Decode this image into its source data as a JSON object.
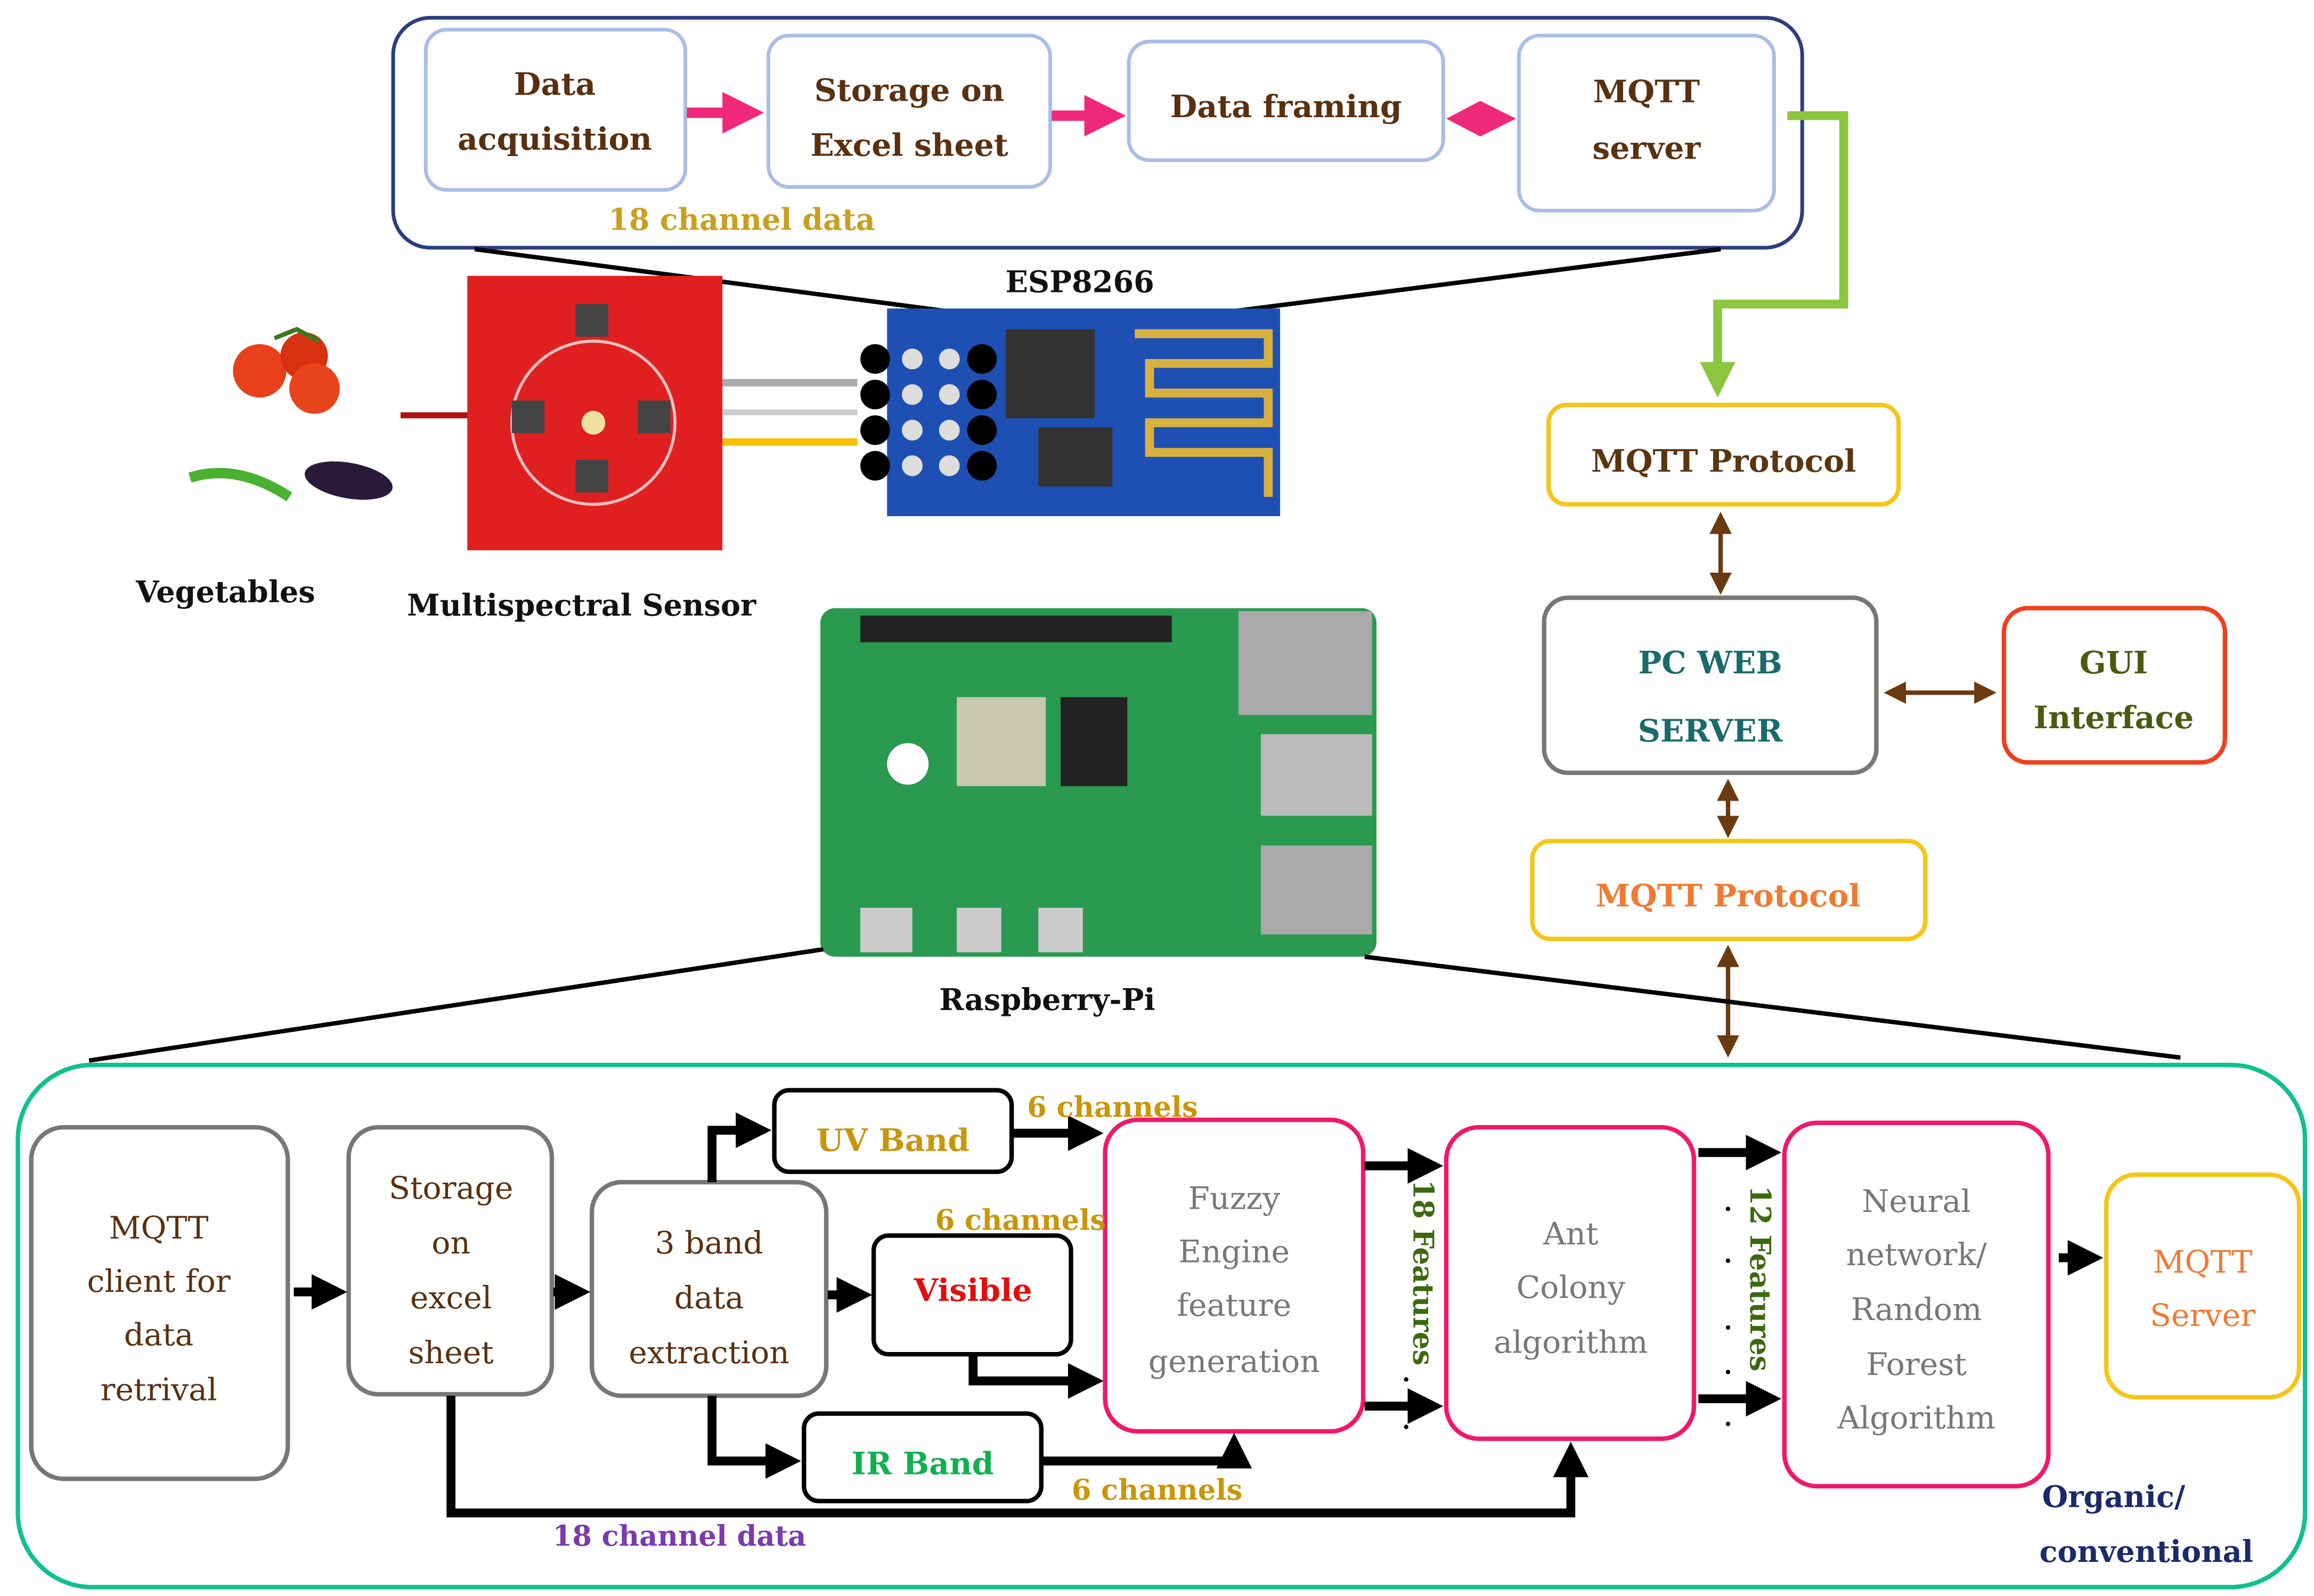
{
  "colors": {
    "pink_arrow": "#f0287a",
    "green_link": "#8cc63f",
    "brown_arrow": "#6b3a10",
    "bottom_frame": "#10c090",
    "pink_box": "#f0186a",
    "yellow_box": "#f5c518"
  },
  "top": {
    "data_acquisition": [
      "Data",
      "acquisition"
    ],
    "storage_excel": [
      "Storage on",
      "Excel sheet"
    ],
    "data_framing": "Data framing",
    "mqtt_server": [
      "MQTT",
      "server"
    ],
    "channel_data": "18 channel data"
  },
  "esp_label": "ESP8266",
  "vegetables_label": "Vegetables",
  "sensor_label": "Multispectral Sensor",
  "rpi_label": "Raspberry-Pi",
  "right": {
    "mqtt_protocol_1": "MQTT Protocol",
    "pc_web_server": [
      "PC WEB",
      "SERVER"
    ],
    "gui": [
      "GUI",
      "Interface"
    ],
    "mqtt_protocol_2": "MQTT Protocol"
  },
  "bottom": {
    "mqtt_client": [
      "MQTT",
      "client for",
      "data",
      "retrival"
    ],
    "storage": [
      "Storage",
      "on",
      "excel",
      "sheet"
    ],
    "band_extraction": [
      "3 band",
      "data",
      "extraction"
    ],
    "uv_band": "UV Band",
    "visible": "Visible",
    "ir_band": "IR Band",
    "six_channels": [
      "6 channels",
      "6 channels",
      "6 channels"
    ],
    "fuzzy": [
      "Fuzzy",
      "Engine",
      "feature",
      "generation"
    ],
    "features_18": "18 Features",
    "ant_colony": [
      "Ant",
      "Colony",
      "algorithm"
    ],
    "features_12": "12  Features",
    "neural": [
      "Neural",
      "network/",
      "Random",
      "Forest",
      "Algorithm"
    ],
    "mqtt_server": [
      "MQTT",
      "Server"
    ],
    "channel_data": "18 channel data",
    "output": [
      "Organic/",
      "conventional"
    ]
  }
}
